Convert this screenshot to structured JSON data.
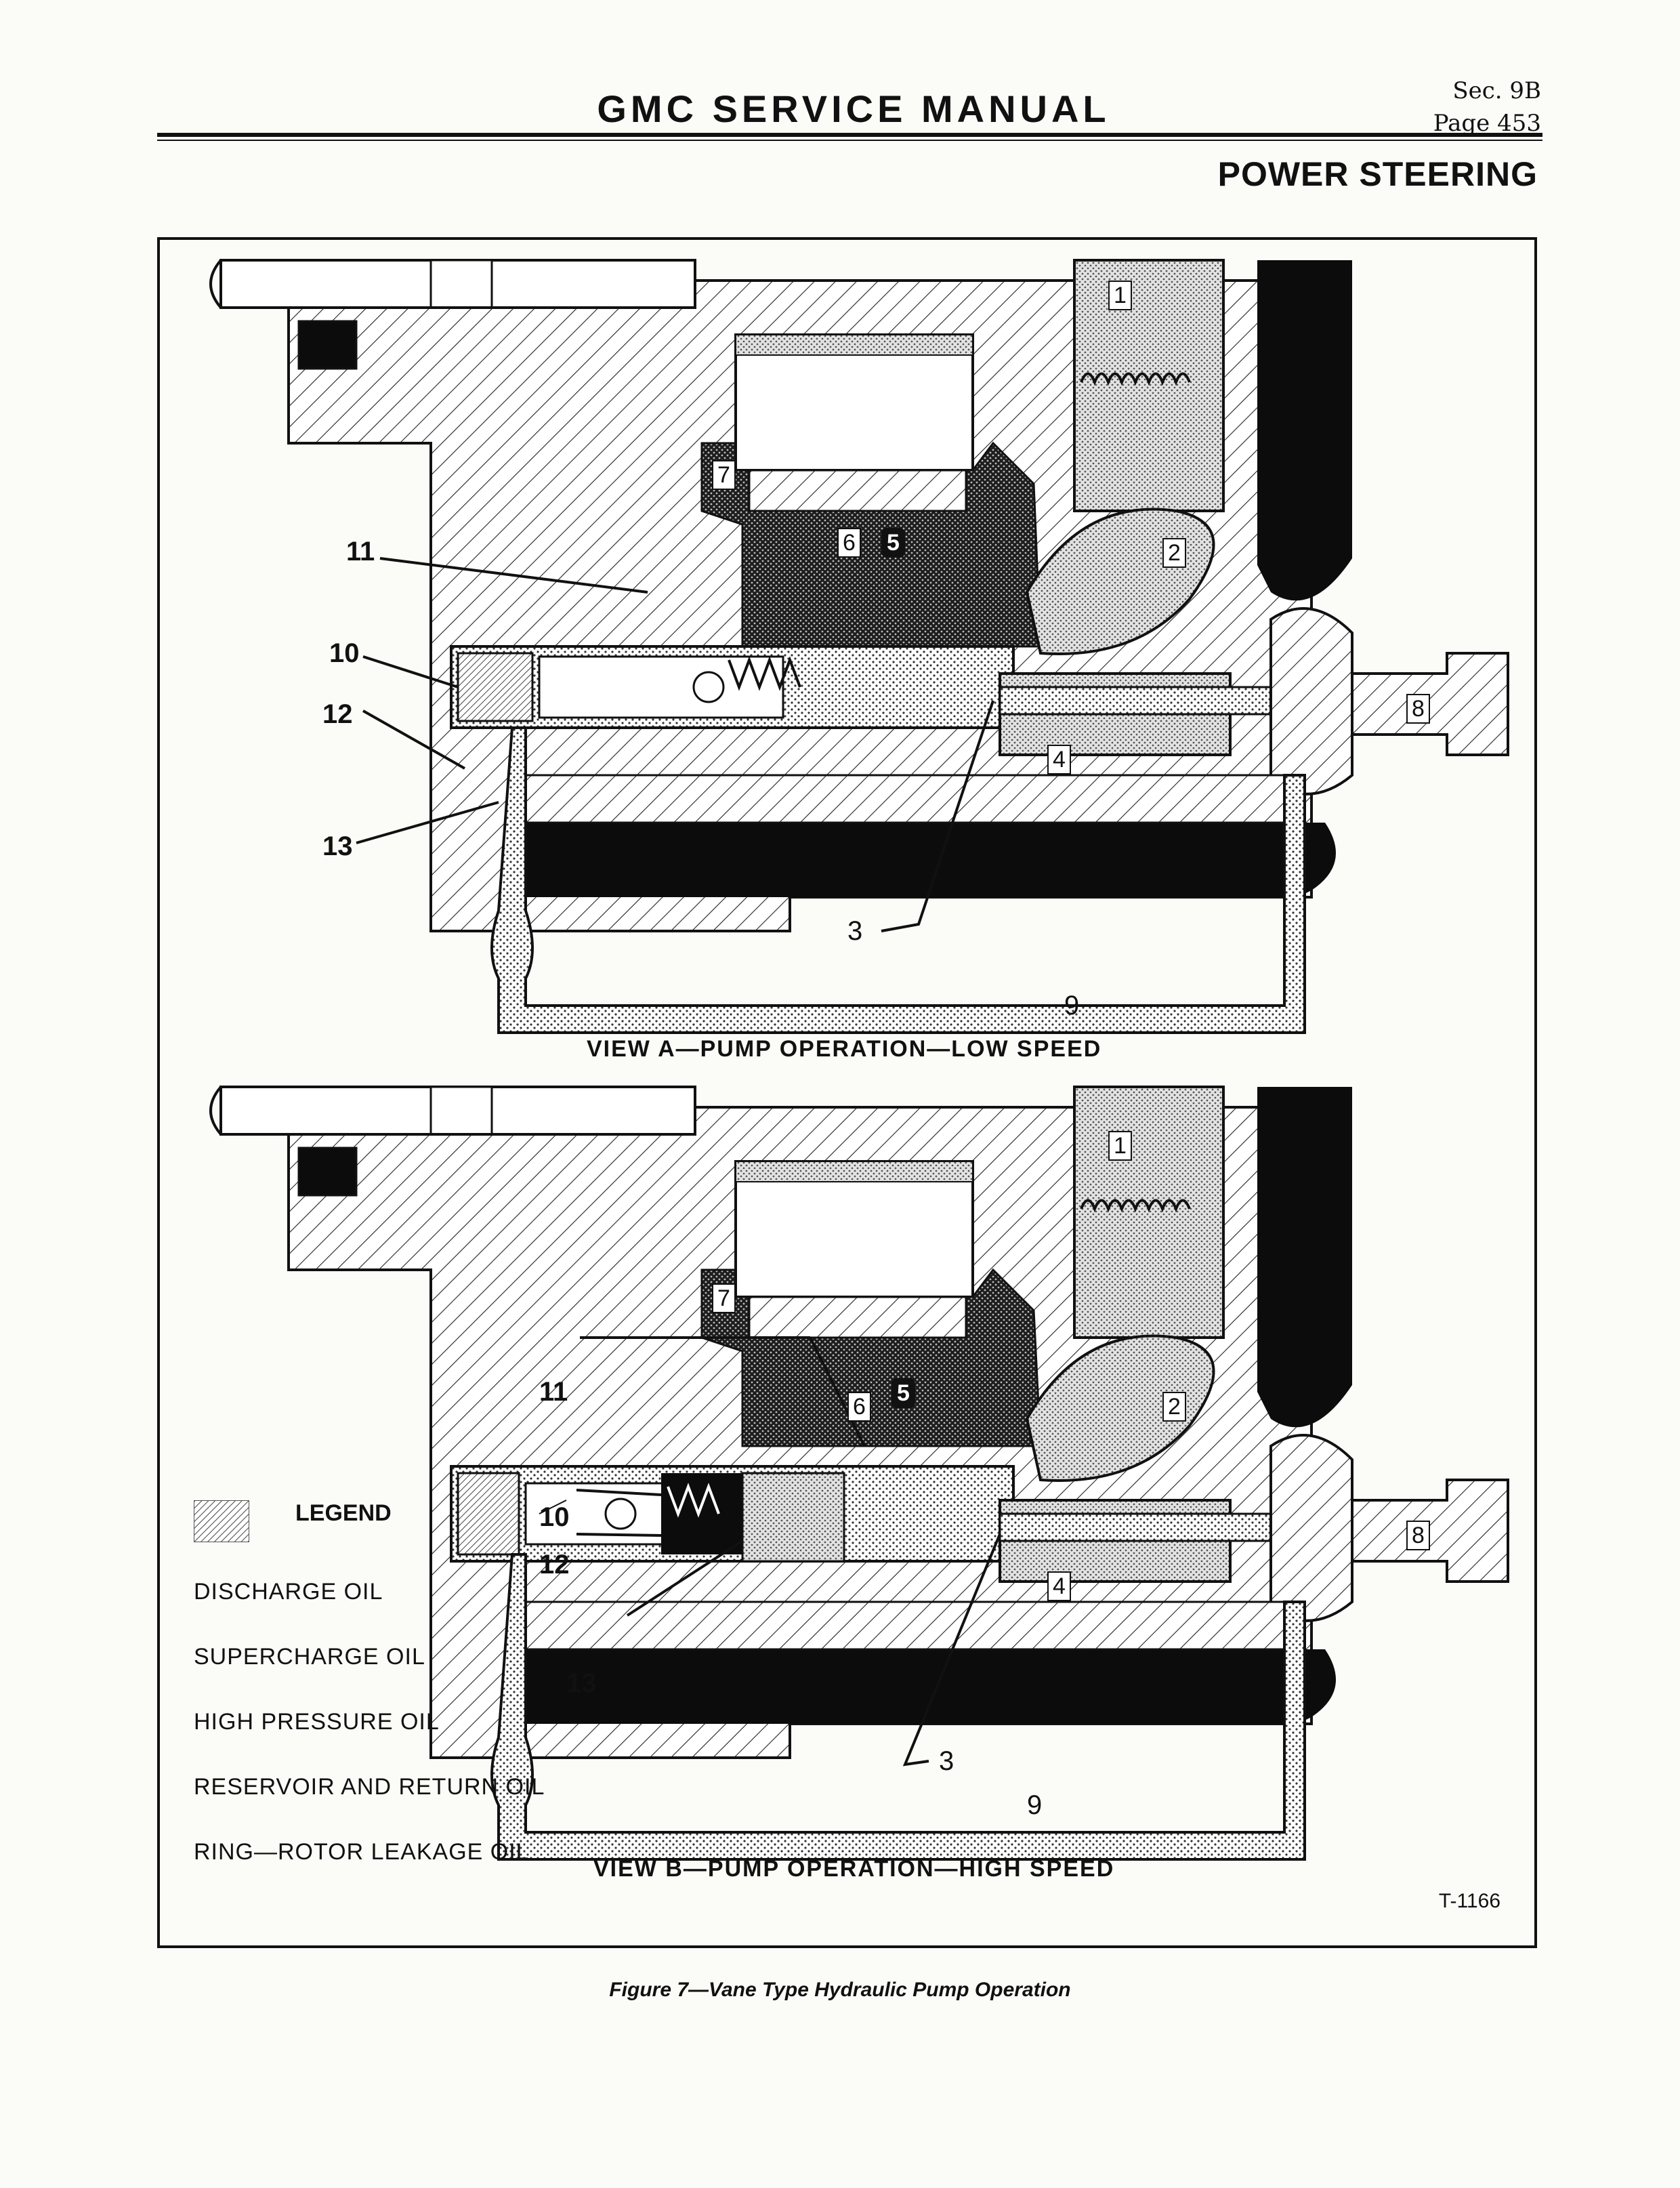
{
  "header": {
    "manual_title": "GMC SERVICE MANUAL",
    "section": "Sec. 9B",
    "page": "Page 453",
    "section_title": "POWER STEERING"
  },
  "view_a": {
    "caption": "VIEW A—PUMP OPERATION—LOW SPEED",
    "callouts": [
      "1",
      "2",
      "3",
      "4",
      "5",
      "6",
      "7",
      "8",
      "9",
      "10",
      "11",
      "12",
      "13"
    ]
  },
  "view_b": {
    "caption": "VIEW B—PUMP OPERATION—HIGH SPEED",
    "callouts": [
      "1",
      "2",
      "3",
      "4",
      "5",
      "6",
      "7",
      "8",
      "9",
      "10",
      "11",
      "12",
      "13"
    ]
  },
  "legend": {
    "heading": "LEGEND",
    "items": [
      {
        "label": "DISCHARGE OIL",
        "pattern": "discharge"
      },
      {
        "label": "SUPERCHARGE OIL",
        "pattern": "supercharge"
      },
      {
        "label": "HIGH PRESSURE OIL",
        "pattern": "highpressure"
      },
      {
        "label": "RESERVOIR AND RETURN OIL",
        "pattern": "reservoir"
      },
      {
        "label": "RING—ROTOR LEAKAGE OIL",
        "pattern": "leakage"
      }
    ]
  },
  "figure_ref": "T-1166",
  "figure_caption": "Figure 7—Vane Type Hydraulic Pump Operation"
}
